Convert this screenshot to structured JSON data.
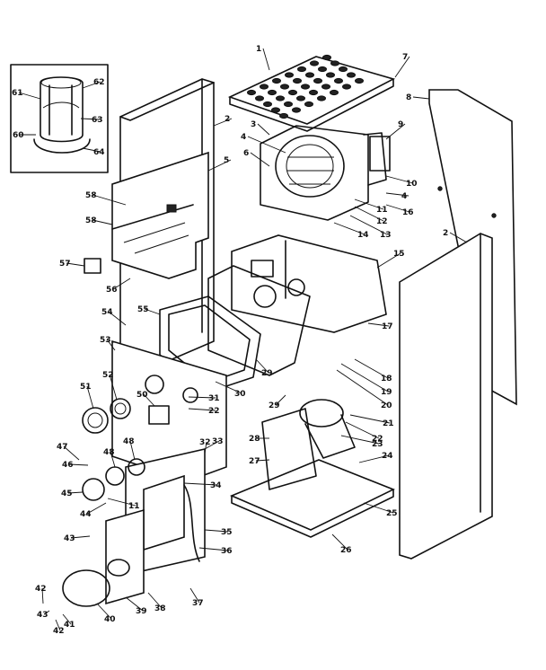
{
  "callouts": [
    {
      "id": "l1",
      "text": "1"
    },
    {
      "id": "l7",
      "text": "7"
    },
    {
      "id": "l8",
      "text": "8"
    },
    {
      "id": "l2a",
      "text": "2"
    },
    {
      "id": "l3",
      "text": "3"
    },
    {
      "id": "l4a",
      "text": "4"
    },
    {
      "id": "l6",
      "text": "6"
    },
    {
      "id": "l5",
      "text": "5"
    },
    {
      "id": "l9",
      "text": "9"
    },
    {
      "id": "l10",
      "text": "10"
    },
    {
      "id": "l4b",
      "text": "4"
    },
    {
      "id": "l16",
      "text": "16"
    },
    {
      "id": "l11",
      "text": "11"
    },
    {
      "id": "l12",
      "text": "12"
    },
    {
      "id": "l13",
      "text": "13"
    },
    {
      "id": "l14",
      "text": "14"
    },
    {
      "id": "l2b",
      "text": "2"
    },
    {
      "id": "l15",
      "text": "15"
    },
    {
      "id": "l17",
      "text": "17"
    },
    {
      "id": "l18",
      "text": "18"
    },
    {
      "id": "l19",
      "text": "19"
    },
    {
      "id": "l20",
      "text": "20"
    },
    {
      "id": "l21",
      "text": "21"
    },
    {
      "id": "l22a",
      "text": "22"
    },
    {
      "id": "l23",
      "text": "23"
    },
    {
      "id": "l24",
      "text": "24"
    },
    {
      "id": "l25",
      "text": "25"
    },
    {
      "id": "l26",
      "text": "26"
    },
    {
      "id": "l27",
      "text": "27"
    },
    {
      "id": "l28",
      "text": "28"
    },
    {
      "id": "l29a",
      "text": "29"
    },
    {
      "id": "l29b",
      "text": "29"
    },
    {
      "id": "l30",
      "text": "30"
    },
    {
      "id": "l31",
      "text": "31"
    },
    {
      "id": "l22b",
      "text": "22"
    },
    {
      "id": "l32",
      "text": "32"
    },
    {
      "id": "l33",
      "text": "33"
    },
    {
      "id": "l34",
      "text": "34"
    },
    {
      "id": "l35",
      "text": "35"
    },
    {
      "id": "l36",
      "text": "36"
    },
    {
      "id": "l37",
      "text": "37"
    },
    {
      "id": "l38",
      "text": "38"
    },
    {
      "id": "l39",
      "text": "39"
    },
    {
      "id": "l40",
      "text": "40"
    },
    {
      "id": "l41",
      "text": "41"
    },
    {
      "id": "l42a",
      "text": "42"
    },
    {
      "id": "l42b",
      "text": "42"
    },
    {
      "id": "l43a",
      "text": "43"
    },
    {
      "id": "l43b",
      "text": "43"
    },
    {
      "id": "l44",
      "text": "44"
    },
    {
      "id": "l45",
      "text": "45"
    },
    {
      "id": "l46",
      "text": "46"
    },
    {
      "id": "l47",
      "text": "47"
    },
    {
      "id": "l48a",
      "text": "48"
    },
    {
      "id": "l48b",
      "text": "48"
    },
    {
      "id": "l11b",
      "text": "11"
    },
    {
      "id": "l50",
      "text": "50"
    },
    {
      "id": "l51",
      "text": "51"
    },
    {
      "id": "l52",
      "text": "52"
    },
    {
      "id": "l53",
      "text": "53"
    },
    {
      "id": "l54",
      "text": "54"
    },
    {
      "id": "l55",
      "text": "55"
    },
    {
      "id": "l56",
      "text": "56"
    },
    {
      "id": "l57",
      "text": "57"
    },
    {
      "id": "l58a",
      "text": "58"
    },
    {
      "id": "l58b",
      "text": "58"
    },
    {
      "id": "l60",
      "text": "60"
    },
    {
      "id": "l61",
      "text": "61"
    },
    {
      "id": "l62",
      "text": "62"
    },
    {
      "id": "l63",
      "text": "63"
    },
    {
      "id": "l64",
      "text": "64"
    }
  ]
}
